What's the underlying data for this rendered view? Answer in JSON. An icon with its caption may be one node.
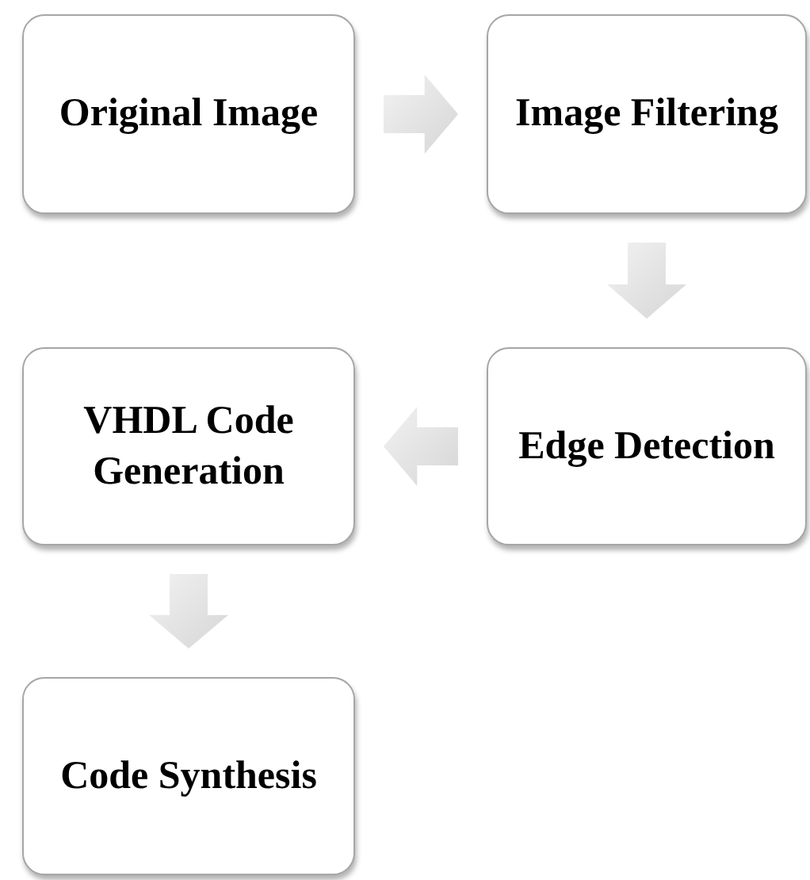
{
  "diagram": {
    "nodes": [
      {
        "text": [
          "Original Image"
        ]
      },
      {
        "text": [
          "Image Filtering"
        ]
      },
      {
        "text": [
          "Edge Detection"
        ]
      },
      {
        "text": [
          "VHDL Code Generation"
        ]
      },
      {
        "text": [
          "Code Synthesis"
        ]
      }
    ],
    "edges": [
      {
        "from": 0,
        "to": 1,
        "arrow": "to"
      },
      {
        "from": 1,
        "to": 2,
        "arrow": "to"
      },
      {
        "from": 2,
        "to": 3,
        "arrow": "to"
      },
      {
        "from": 3,
        "to": 4,
        "arrow": "to"
      }
    ]
  }
}
